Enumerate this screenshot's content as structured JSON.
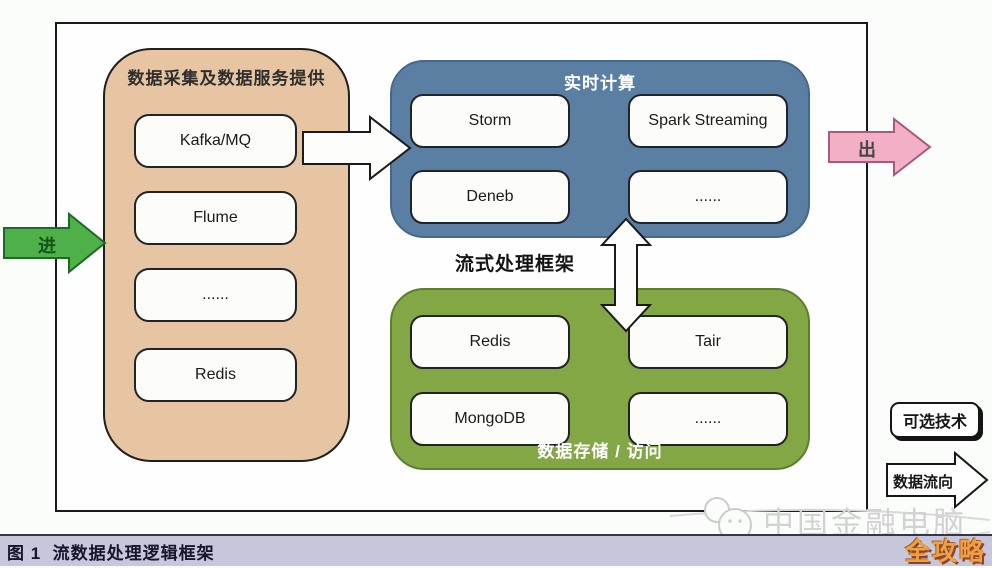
{
  "diagram": {
    "source_group": {
      "title": "数据采集及数据服务提供",
      "fill": "#e8c5a2",
      "items": [
        "Kafka/MQ",
        "Flume",
        "......",
        "Redis"
      ]
    },
    "compute_group": {
      "title": "实时计算",
      "fill": "#5b7fa3",
      "items": [
        "Storm",
        "Spark Streaming",
        "Deneb",
        "......"
      ]
    },
    "storage_group": {
      "title": "数据存储 / 访问",
      "fill": "#83a744",
      "items": [
        "Redis",
        "Tair",
        "MongoDB",
        "......"
      ]
    },
    "middle_label": "流式处理框架",
    "in_arrow": {
      "label": "进",
      "fill": "#4db048",
      "border": "#1d6b22"
    },
    "out_arrow": {
      "label": "出",
      "fill": "#f2b0c6",
      "border": "#ad5680"
    },
    "legend": {
      "optional_tech": "可选技术",
      "data_flow": "数据流向"
    }
  },
  "watermark": {
    "text": "中国金融电脑",
    "badge": "全攻略"
  },
  "caption": "图 1  流数据处理逻辑框架"
}
